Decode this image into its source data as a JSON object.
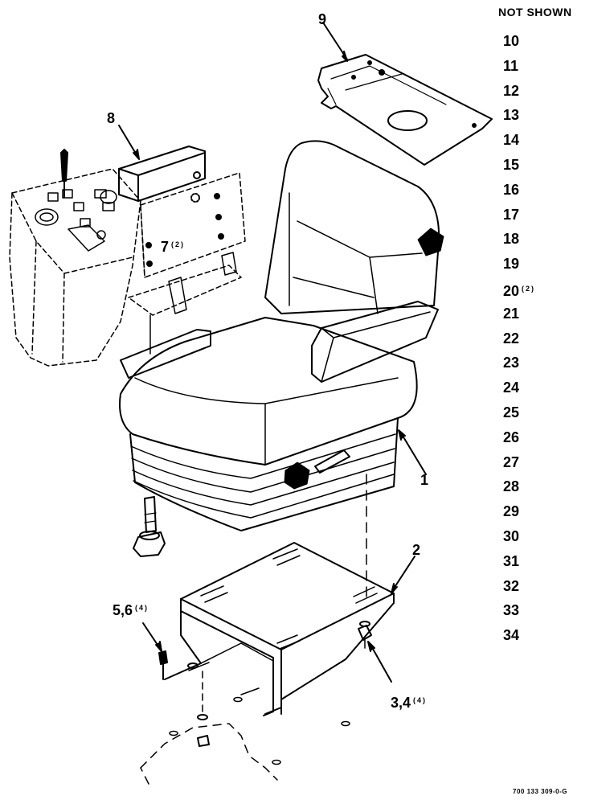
{
  "callouts": {
    "seat": "1",
    "base": "2",
    "nut_washer": "3,4",
    "nut_washer_qty": "(4)",
    "bolt_washer": "5,6",
    "bolt_washer_qty": "(4)",
    "bracket_screw": "7",
    "bracket_screw_qty": "(2)",
    "armrest": "8",
    "plate": "9"
  },
  "not_shown": {
    "title": "NOT SHOWN",
    "items": [
      {
        "num": "10",
        "qty": ""
      },
      {
        "num": "11",
        "qty": ""
      },
      {
        "num": "12",
        "qty": ""
      },
      {
        "num": "13",
        "qty": ""
      },
      {
        "num": "14",
        "qty": ""
      },
      {
        "num": "15",
        "qty": ""
      },
      {
        "num": "16",
        "qty": ""
      },
      {
        "num": "17",
        "qty": ""
      },
      {
        "num": "18",
        "qty": ""
      },
      {
        "num": "19",
        "qty": ""
      },
      {
        "num": "20",
        "qty": "(2)"
      },
      {
        "num": "21",
        "qty": ""
      },
      {
        "num": "22",
        "qty": ""
      },
      {
        "num": "23",
        "qty": ""
      },
      {
        "num": "24",
        "qty": ""
      },
      {
        "num": "25",
        "qty": ""
      },
      {
        "num": "26",
        "qty": ""
      },
      {
        "num": "27",
        "qty": ""
      },
      {
        "num": "28",
        "qty": ""
      },
      {
        "num": "29",
        "qty": ""
      },
      {
        "num": "30",
        "qty": ""
      },
      {
        "num": "31",
        "qty": ""
      },
      {
        "num": "32",
        "qty": ""
      },
      {
        "num": "33",
        "qty": ""
      },
      {
        "num": "34",
        "qty": ""
      }
    ]
  },
  "drawing_code": "700 133 309-0-G"
}
